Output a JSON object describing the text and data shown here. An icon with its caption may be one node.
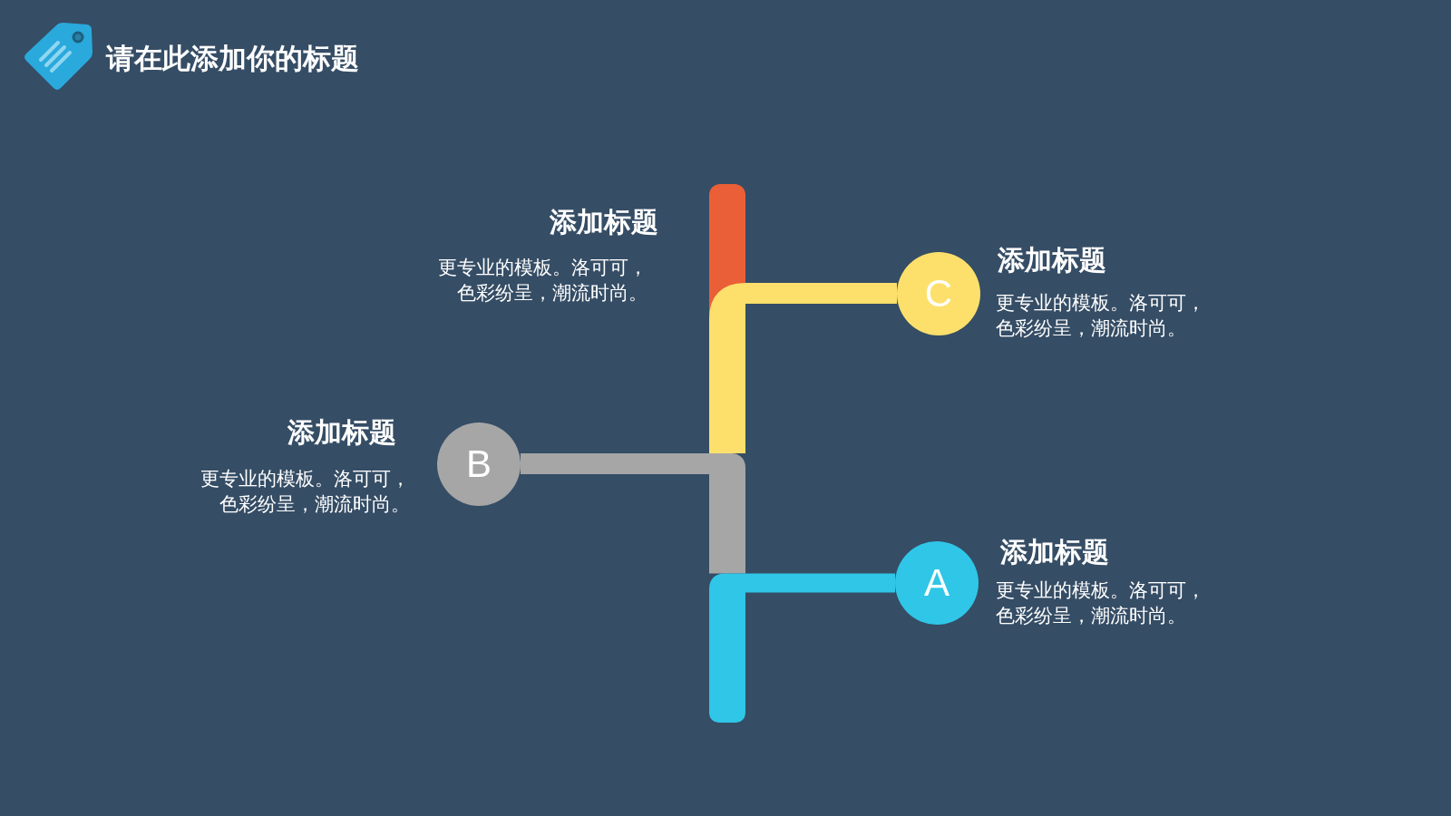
{
  "diagram": {
    "title": "请在此添加你的标题",
    "nodes": [
      {
        "text": [],
        "shape": "bar",
        "beside": [
          "添加标题",
          "更专业的模板。洛可可，色彩纷呈，潮流时尚。"
        ]
      },
      {
        "text": [
          "C"
        ],
        "beside": [
          "添加标题",
          "更专业的模板。洛可可，色彩纷呈，潮流时尚。"
        ]
      },
      {
        "text": [
          "B"
        ],
        "beside": [
          "添加标题",
          "更专业的模板。洛可可，色彩纷呈，潮流时尚。"
        ]
      },
      {
        "text": [
          "A"
        ],
        "beside": [
          "添加标题",
          "更专业的模板。洛可可，色彩纷呈，潮流时尚。"
        ]
      }
    ],
    "edges": [
      {
        "from": 1,
        "to": null,
        "arrow": "none",
        "color": "#fde06c"
      },
      {
        "from": 2,
        "to": null,
        "arrow": "none",
        "color": "#a6a6a6"
      },
      {
        "from": 3,
        "to": null,
        "arrow": "none",
        "color": "#2fc6e7"
      }
    ]
  }
}
